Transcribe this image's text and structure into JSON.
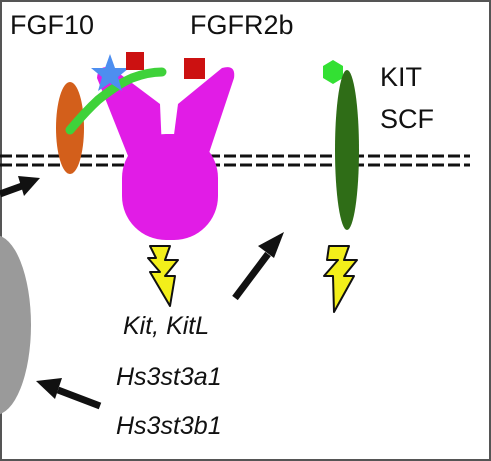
{
  "labels": {
    "ligand": "FGF10",
    "receptor": "FGFR2b",
    "kit": "KIT",
    "scf": "SCF"
  },
  "genes": [
    "Kit, KitL",
    "Hs3st3a1",
    "Hs3st3b1"
  ],
  "colors": {
    "fgf10": "#d35f1b",
    "fgfr2b": "#e11ce6",
    "kit": "#2f6d17",
    "scf": "#33e033",
    "heparan": "#3fd23a",
    "star": "#4d8ef0",
    "sulfate": "#cc1111",
    "signal": "#f3ef1a",
    "cell": "#9a9a9a",
    "membrane": "#111111",
    "border": "#555555"
  },
  "icons": {
    "star": "star-icon",
    "signal": "lightning-bolt-icon",
    "sulfate": "square-icon",
    "scf": "hexagon-icon",
    "arrow": "arrow-icon"
  }
}
